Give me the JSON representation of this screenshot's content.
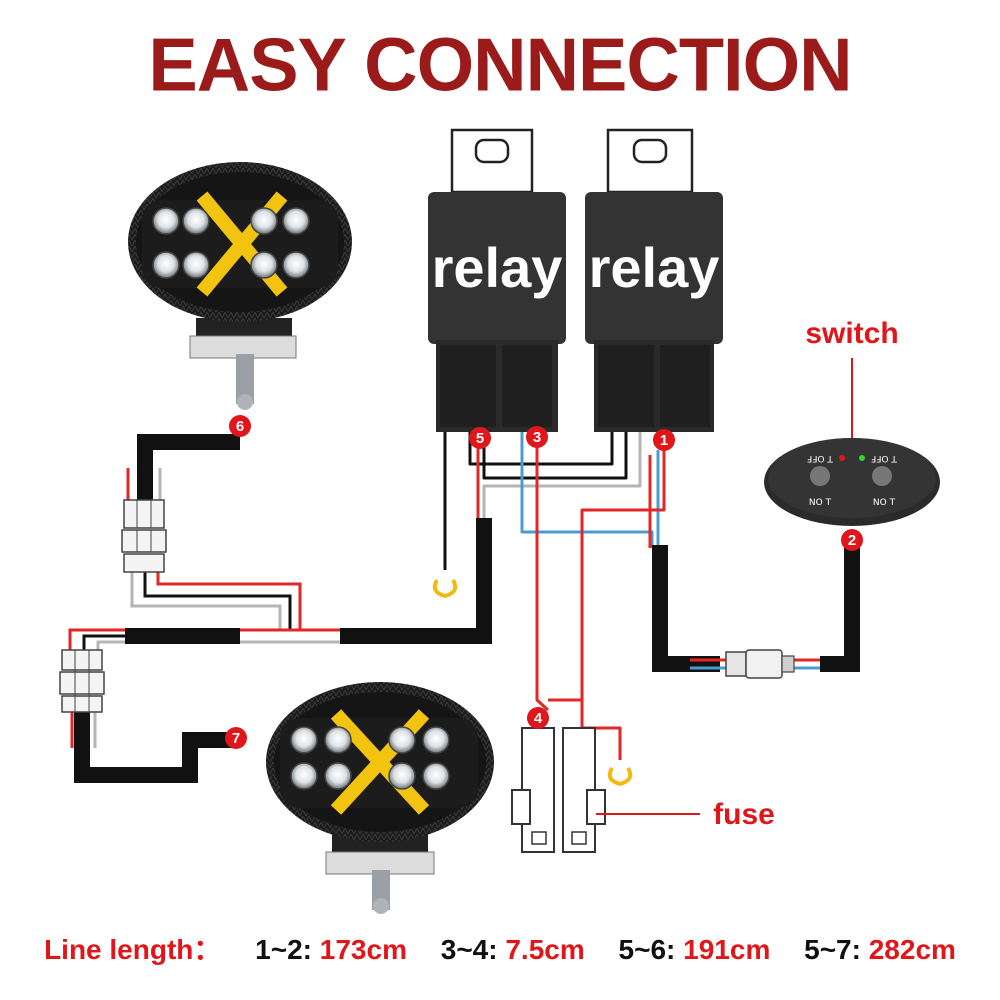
{
  "title": "EASY CONNECTION",
  "colors": {
    "title": "#9b1b1b",
    "accent_red": "#e0161b",
    "wire_red": "#e32626",
    "wire_blue": "#4a9bd4",
    "wire_gray": "#b5b5b5",
    "wire_black": "#111111",
    "amber": "#f2b90f",
    "relay_body": "#333333"
  },
  "labels": {
    "relay_left": "relay",
    "relay_right": "relay",
    "switch": "switch",
    "fuse": "fuse",
    "switch_off_left": "T OFF",
    "switch_off_right": "T OFF",
    "switch_on_left": "NO T",
    "switch_on_right": "NO T"
  },
  "markers": [
    "1",
    "2",
    "3",
    "4",
    "5",
    "6",
    "7"
  ],
  "footer": {
    "label": "Line length：",
    "items": [
      {
        "key": "1~2: ",
        "value": "173cm"
      },
      {
        "key": "3~4: ",
        "value": "7.5cm"
      },
      {
        "key": "5~6: ",
        "value": "191cm"
      },
      {
        "key": "5~7: ",
        "value": "282cm"
      }
    ]
  }
}
